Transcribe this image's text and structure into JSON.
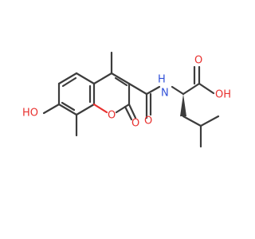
{
  "molecule": {
    "atom_labels": {
      "hydroxyl_left": "HO",
      "ring_oxygen": "O",
      "lactone_carbonyl_oxygen": "O",
      "amide_oxygen": "O",
      "amide_nitrogen": "N",
      "amide_hydrogen": "H",
      "acid_carbonyl_oxygen": "O",
      "acid_hydroxyl": "OH"
    },
    "colors": {
      "carbon_bond": "#3c3c3c",
      "oxygen": "#e8302e",
      "nitrogen": "#3050d8",
      "background": "#ffffff"
    }
  }
}
